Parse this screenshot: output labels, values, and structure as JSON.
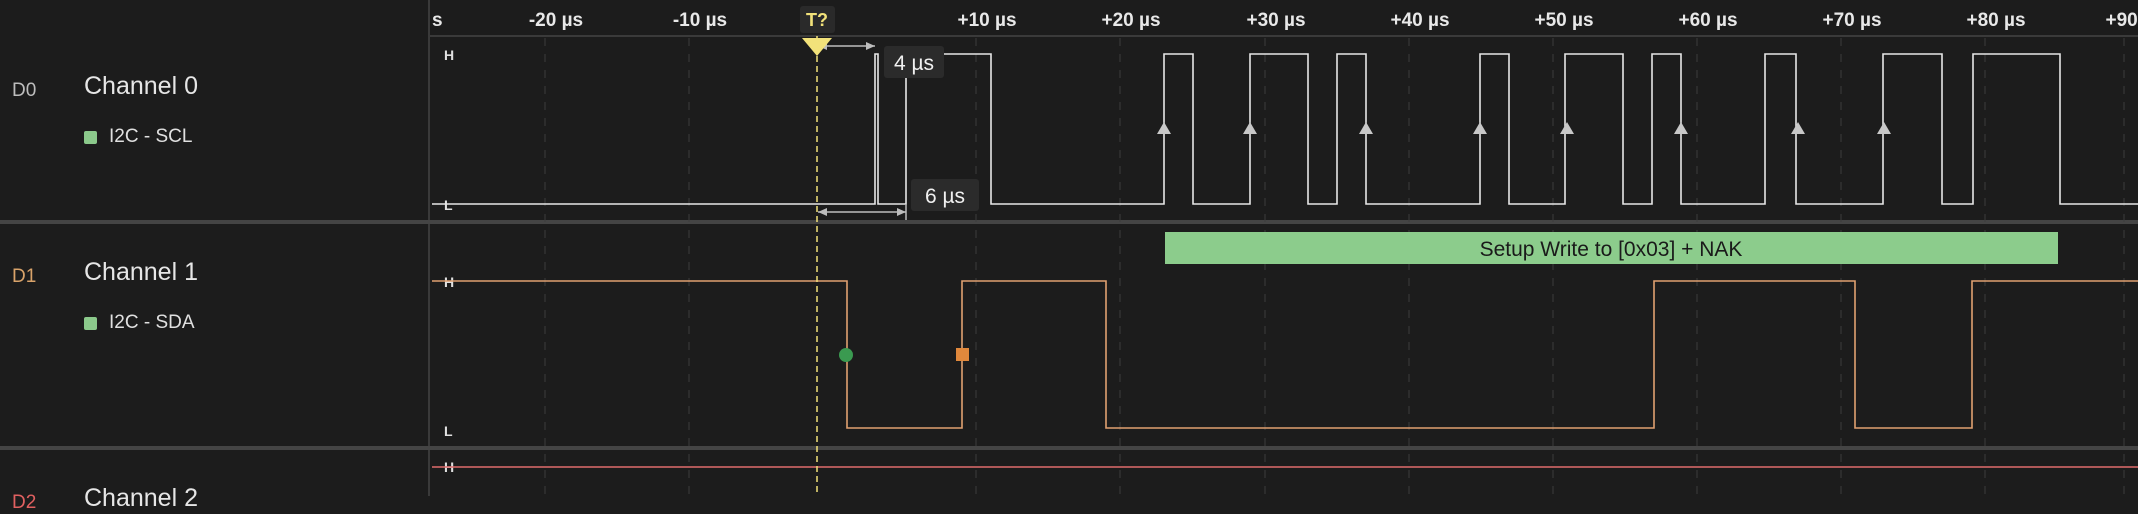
{
  "timeline": {
    "unit_prefix": "s",
    "ticks": [
      "-20 µs",
      "-10 µs",
      "+10 µs",
      "+20 µs",
      "+30 µs",
      "+40 µs",
      "+50 µs",
      "+60 µs",
      "+70 µs",
      "+80 µs",
      "+90 µs"
    ],
    "trigger_label": "T?"
  },
  "channels": [
    {
      "id": "D0",
      "name": "Channel 0",
      "analyzer": "I2C - SCL",
      "id_color": "#bdbdbd",
      "trace_color": "#e6e6e6"
    },
    {
      "id": "D1",
      "name": "Channel 1",
      "analyzer": "I2C - SDA",
      "id_color": "#d9a36a",
      "trace_color": "#e0a070"
    },
    {
      "id": "D2",
      "name": "Channel 2",
      "analyzer": "",
      "id_color": "#e06060",
      "trace_color": "#e06d6d"
    }
  ],
  "levels": {
    "high": "H",
    "low": "L"
  },
  "measurements": {
    "high_width": "4 µs",
    "low_width": "6 µs"
  },
  "decode": {
    "label": "Setup Write to [0x03] + NAK",
    "color": "#8ccc8c"
  },
  "colors": {
    "background": "#1c1c1c",
    "separator": "#444444",
    "trigger": "#f2e27a",
    "start_marker": "#3a9a50",
    "stop_marker": "#e0883c"
  }
}
